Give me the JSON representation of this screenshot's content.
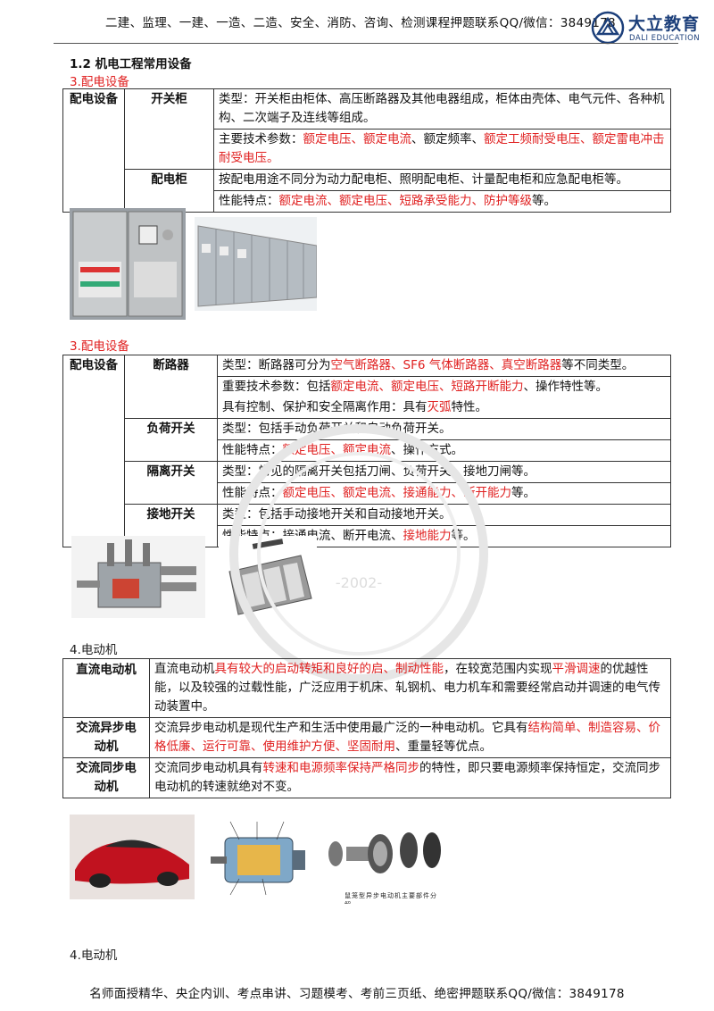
{
  "header": {
    "text": "二建、监理、一建、一造、二造、安全、消防、咨询、检测课程押题联系QQ/微信：3849178",
    "logo_cn": "大立教育",
    "logo_en": "DALI EDUCATION",
    "brand_color": "#1c3f7a"
  },
  "section_title": "1.2  机电工程常用设备",
  "block1": {
    "heading": "3.配电设备",
    "category": "配电设备",
    "rows": [
      {
        "sub": "开关柜",
        "lines": [
          [
            {
              "t": "类型：开关柜由柜体、高压断路器及其他电器组成，柜体由壳体、电气元件、各种机构、二次端子及连线等组成。",
              "r": false
            }
          ],
          [
            {
              "t": "主要技术参数：",
              "r": false
            },
            {
              "t": "额定电压、额定电流",
              "r": true
            },
            {
              "t": "、额定频率、",
              "r": false
            },
            {
              "t": "额定工频耐受电压、额定雷电冲击耐受电压。",
              "r": true
            }
          ]
        ]
      },
      {
        "sub": "配电柜",
        "lines": [
          [
            {
              "t": "按配电用途不同分为动力配电柜、照明配电柜、计量配电柜和应急配电柜等。",
              "r": false
            }
          ],
          [
            {
              "t": "性能特点：",
              "r": false
            },
            {
              "t": "额定电流、额定电压、短路承受能力、防护等级",
              "r": true
            },
            {
              "t": "等。",
              "r": false
            }
          ]
        ]
      }
    ]
  },
  "block2": {
    "heading": "3.配电设备",
    "category": "配电设备",
    "rows": [
      {
        "sub": "断路器",
        "lines": [
          [
            {
              "t": "类型：断路器可分为",
              "r": false
            },
            {
              "t": "空气断路器、SF6 气体断路器、真空断路器",
              "r": true
            },
            {
              "t": "等不同类型。",
              "r": false
            }
          ],
          [
            {
              "t": "重要技术参数：包括",
              "r": false
            },
            {
              "t": "额定电流、额定电压、短路开断能力",
              "r": true
            },
            {
              "t": "、操作特性等。",
              "r": false
            }
          ],
          [
            {
              "t": "具有控制、保护和安全隔离作用：具有",
              "r": false
            },
            {
              "t": "灭弧",
              "r": true
            },
            {
              "t": "特性。",
              "r": false
            }
          ]
        ]
      },
      {
        "sub": "负荷开关",
        "lines": [
          [
            {
              "t": "类型：包括手动负荷开关和自动负荷开关。",
              "r": false
            }
          ],
          [
            {
              "t": "性能特点：",
              "r": false
            },
            {
              "t": "额定电压、额定电流",
              "r": true
            },
            {
              "t": "、操作方式。",
              "r": false
            }
          ]
        ]
      },
      {
        "sub": "隔离开关",
        "lines": [
          [
            {
              "t": "类型：常见的隔离开关包括刀闸、负荷开关、接地刀闸等。",
              "r": false
            }
          ],
          [
            {
              "t": "性能特点：",
              "r": false
            },
            {
              "t": "额定电压、额定电流、接通能力、断开能力",
              "r": true
            },
            {
              "t": "等。",
              "r": false
            }
          ]
        ]
      },
      {
        "sub": "接地开关",
        "lines": [
          [
            {
              "t": "类型：包括手动接地开关和自动接地开关。",
              "r": false
            }
          ],
          [
            {
              "t": "性能特点：接通电流、断开电流、",
              "r": false
            },
            {
              "t": "接地能力",
              "r": true
            },
            {
              "t": "等。",
              "r": false
            }
          ]
        ]
      }
    ]
  },
  "block3": {
    "heading": "4.电动机",
    "rows": [
      {
        "sub": "直流电动机",
        "lines": [
          [
            {
              "t": "直流电动机",
              "r": false
            },
            {
              "t": "具有较大的启动转矩和良好的启、制动性能",
              "r": true
            },
            {
              "t": "，在较宽范围内实现",
              "r": false
            },
            {
              "t": "平滑调速",
              "r": true
            },
            {
              "t": "的优越性能，以及较强的过载性能，广泛应用于机床、轧钢机、电力机车和需要经常启动并调速的电气传动装置中。",
              "r": false
            }
          ]
        ]
      },
      {
        "sub": "交流异步电动机",
        "lines": [
          [
            {
              "t": "交流异步电动机是现代生产和生活中使用最广泛的一种电动机。它具有",
              "r": false
            },
            {
              "t": "结构简单、制造容易、价格低廉、运行可靠、使用维护方便、坚固耐用",
              "r": true
            },
            {
              "t": "、重量轻等优点。",
              "r": false
            }
          ]
        ]
      },
      {
        "sub": "交流同步电动机",
        "lines": [
          [
            {
              "t": "交流同步电动机具有",
              "r": false
            },
            {
              "t": "转速和电源频率保持严格同步",
              "r": true
            },
            {
              "t": "的特性，即只要电源频率保持恒定，交流同步电动机的转速就绝对不变。",
              "r": false
            }
          ]
        ]
      }
    ]
  },
  "motor_diagram_caption": "鼠笼型异步电动机主要部件分解",
  "block4_heading": "4.电动机",
  "watermark": "-2002-",
  "footer": "名师面授精华、央企内训、考点串讲、习题模考、考前三页纸、绝密押题联系QQ/微信：3849178"
}
